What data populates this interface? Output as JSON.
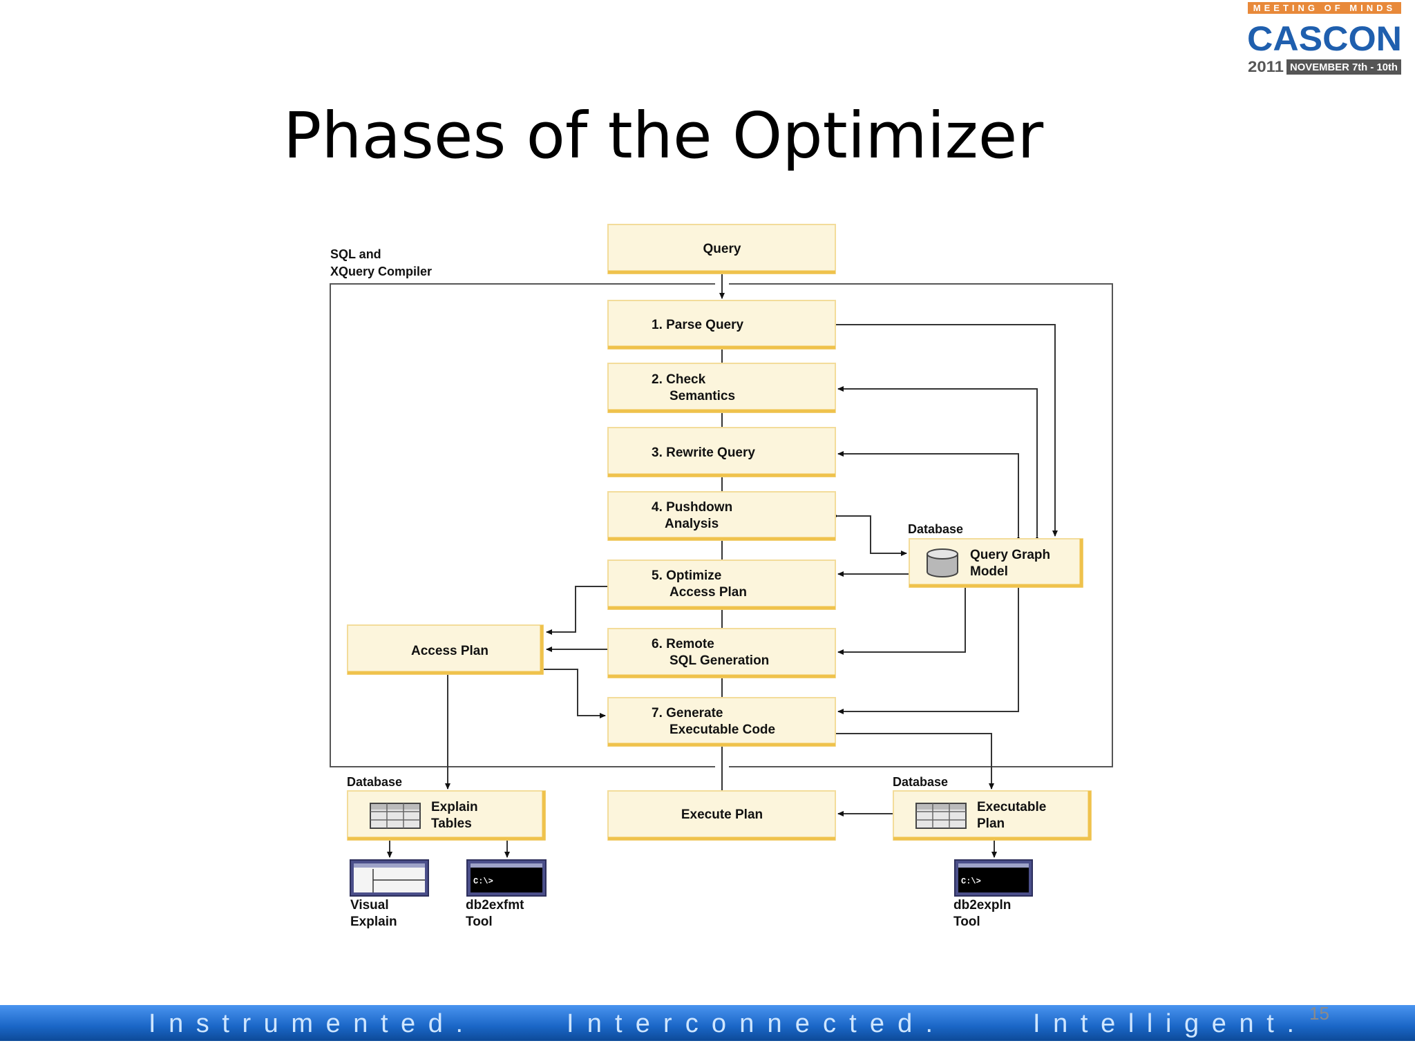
{
  "slide": {
    "title": "Phases of the Optimizer",
    "page_number": "15"
  },
  "logo": {
    "tagline": "MEETING OF MINDS",
    "name": "CASCON",
    "year": "2011",
    "dates": "NOVEMBER 7th - 10th"
  },
  "footer": {
    "words": [
      "Instrumented.",
      "Interconnected.",
      "Intelligent."
    ],
    "bar_color": "#1f6fd0"
  },
  "diagram": {
    "compiler_label": [
      "SQL and",
      "XQuery Compiler"
    ],
    "query": "Query",
    "phases": [
      [
        "1. Parse Query"
      ],
      [
        "2. Check",
        "Semantics"
      ],
      [
        "3. Rewrite Query"
      ],
      [
        "4. Pushdown",
        "Analysis"
      ],
      [
        "5. Optimize",
        "Access Plan"
      ],
      [
        "6. Remote",
        "SQL Generation"
      ],
      [
        "7. Generate",
        "Executable Code"
      ]
    ],
    "execute_plan": "Execute Plan",
    "access_plan": "Access Plan",
    "query_graph_model": {
      "db_label": "Database",
      "label": [
        "Query Graph",
        "Model"
      ],
      "icon": "cylinder-icon"
    },
    "explain_tables": {
      "db_label": "Database",
      "label": [
        "Explain",
        "Tables"
      ],
      "icon": "table-icon"
    },
    "executable_plan": {
      "db_label": "Database",
      "label": [
        "Executable",
        "Plan"
      ],
      "icon": "table-icon"
    },
    "tools": [
      {
        "label": [
          "Visual",
          "Explain"
        ],
        "icon": "gui-window-icon"
      },
      {
        "label": [
          "db2exfmt",
          "Tool"
        ],
        "icon": "terminal-icon",
        "prompt": "C:\\>"
      },
      {
        "label": [
          "db2expln",
          "Tool"
        ],
        "icon": "terminal-icon",
        "prompt": "C:\\>"
      }
    ],
    "box_fill": "#fcf5dc",
    "box_accent": "#efc24c"
  }
}
